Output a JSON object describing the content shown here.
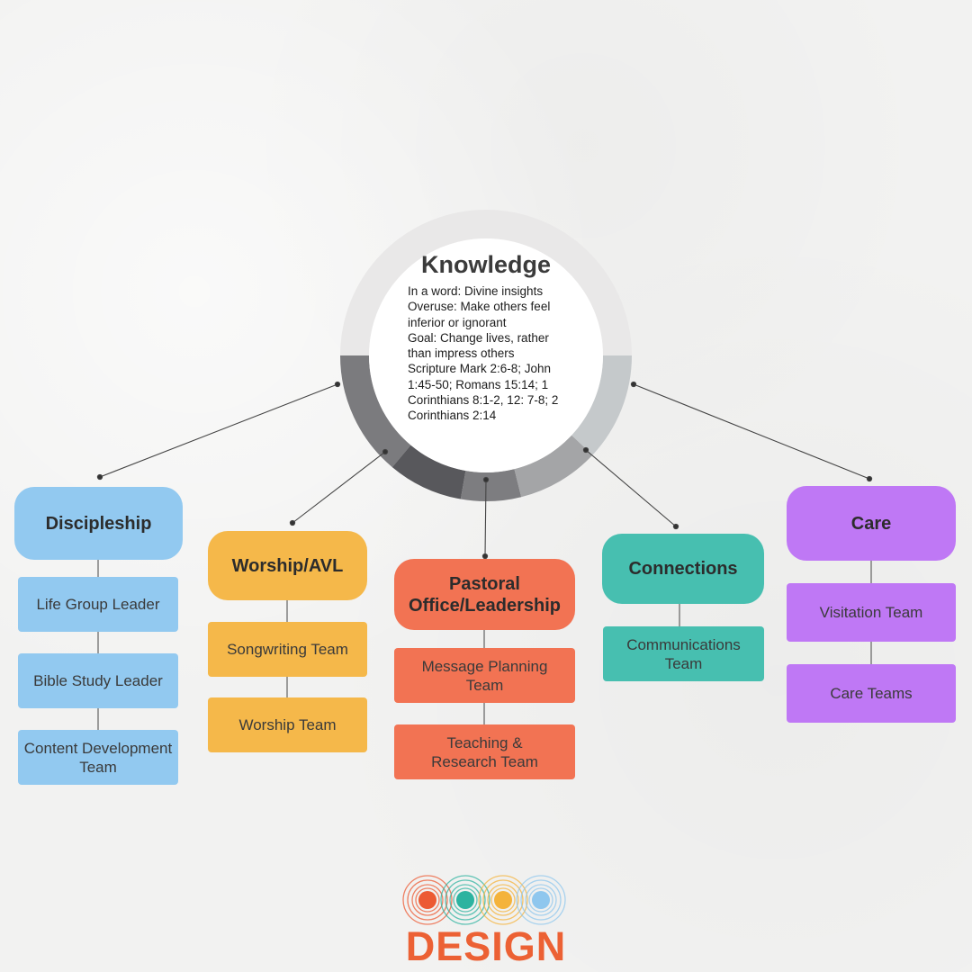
{
  "center": {
    "title": "Knowledge",
    "lines": [
      "In a word: Divine insights",
      "Overuse: Make others feel",
      "inferior or ignorant",
      "Goal: Change lives, rather",
      "than impress others",
      "Scripture Mark 2:6-8; John",
      "1:45-50; Romans 15:14; 1",
      "Corinthians 8:1-2, 12: 7-8; 2",
      "Corinthians 2:14"
    ]
  },
  "branches": {
    "discipleship": {
      "label": "Discipleship",
      "items": [
        "Life Group Leader",
        "Bible Study Leader",
        "Content Development Team"
      ]
    },
    "worship": {
      "label": "Worship/AVL",
      "items": [
        "Songwriting Team",
        "Worship Team"
      ]
    },
    "pastoral": {
      "label": "Pastoral Office/Leadership",
      "items": [
        "Message Planning Team",
        "Teaching & Research Team"
      ]
    },
    "connections": {
      "label": "Connections",
      "items": [
        "Communications Team"
      ]
    },
    "care": {
      "label": "Care",
      "items": [
        "Visitation Team",
        "Care Teams"
      ]
    }
  },
  "colors": {
    "discipleship": "#92c9f0",
    "worship": "#f5b84a",
    "pastoral": "#f27353",
    "connections": "#47bfb0",
    "care": "#bf78f5",
    "ring_light": "#e9e8e8",
    "ring_dark": "#58585c",
    "logo": "#ec6134"
  },
  "logo": {
    "text": "DESIGN",
    "dot_colors": [
      "#ec5a33",
      "#2db3a0",
      "#f4b33c",
      "#8fc7ee"
    ]
  }
}
